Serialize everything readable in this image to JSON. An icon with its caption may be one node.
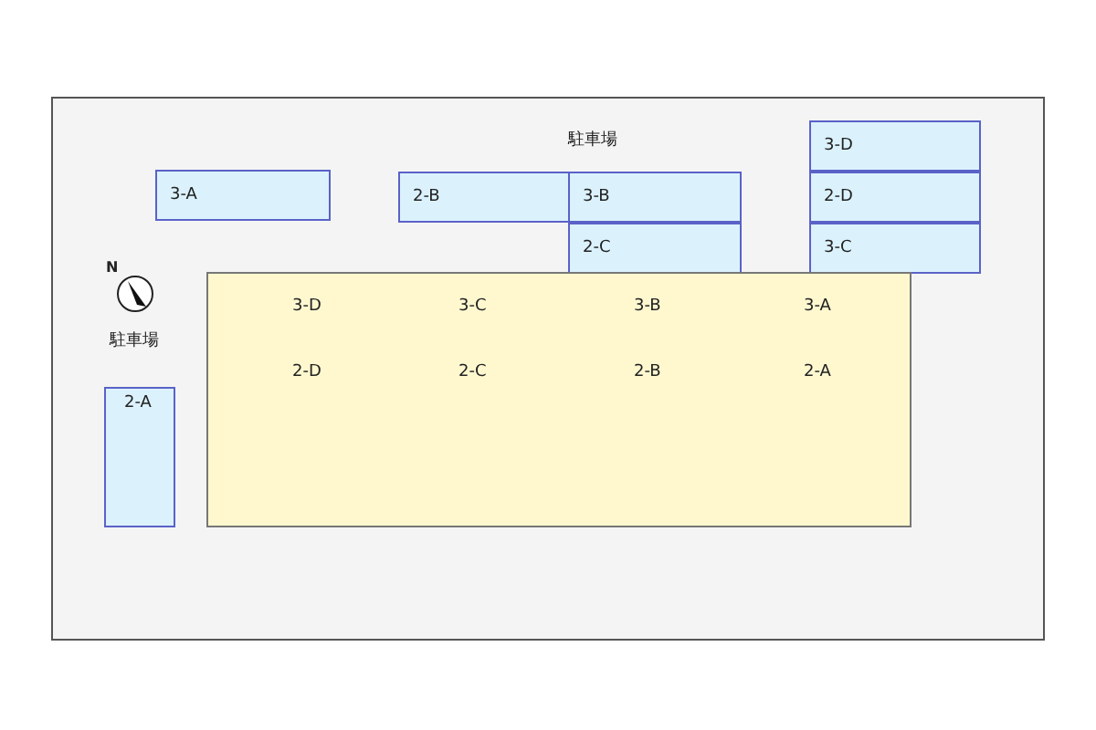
{
  "diagram": {
    "nodes": [
      {
        "text": [],
        "shape": "box"
      },
      {
        "text": [
          "3-D"
        ],
        "in": 0
      },
      {
        "text": [
          "3-A"
        ],
        "in": 0
      },
      {
        "text": [
          "2-B"
        ],
        "in": 0
      },
      {
        "text": [
          "3-B"
        ],
        "in": 0
      },
      {
        "text": [
          "2-D"
        ],
        "in": 0
      },
      {
        "text": [
          "2-C"
        ],
        "in": 0
      },
      {
        "text": [
          "3-C"
        ],
        "in": 0
      },
      {
        "text": [
          "3-D",
          "3-C",
          "3-B",
          "3-A",
          "2-D",
          "2-C",
          "2-B",
          "2-A"
        ],
        "in": 0
      },
      {
        "text": [
          "2-A"
        ],
        "in": 0
      }
    ],
    "edges": [],
    "labels": [
      "駐車場",
      "N",
      "駐車場"
    ]
  }
}
